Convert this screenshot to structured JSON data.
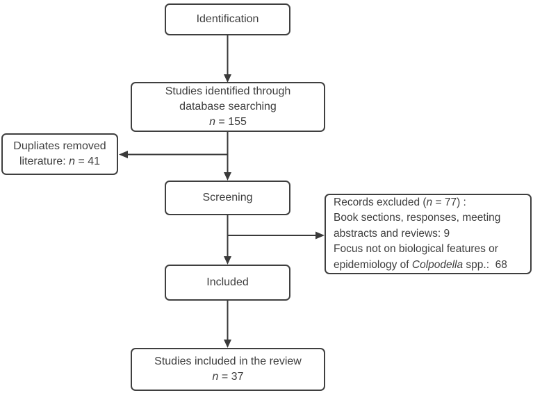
{
  "boxes": {
    "identification": {
      "label": "Identification"
    },
    "studies_identified": {
      "line1": "Studies identified through",
      "line2": "database searching",
      "n_italic": "n",
      "n_rest": " = 155"
    },
    "duplicates_removed": {
      "line1": "Dupliates removed",
      "line2_prefix": "literature: ",
      "n_italic": "n",
      "n_rest": " = 41"
    },
    "screening": {
      "label": "Screening"
    },
    "records_excluded": {
      "line1_prefix": "Records excluded (",
      "line1_italic": "n",
      "line1_suffix": " = 77) :",
      "line2": "Book sections, responses, meeting",
      "line3": "abstracts and reviews: 9",
      "line4": "Focus not on biological features or",
      "line5_prefix": "epidemiology of ",
      "line5_italic": "Colpodella",
      "line5_suffix": " spp.:  68"
    },
    "included": {
      "label": "Included"
    },
    "studies_included": {
      "line1": "Studies included in the review",
      "n_italic": "n",
      "n_rest": " = 37"
    }
  },
  "colors": {
    "border": "#3f3f3f",
    "text": "#3d3d3d",
    "line": "#3a3a3a",
    "background": "#ffffff"
  }
}
